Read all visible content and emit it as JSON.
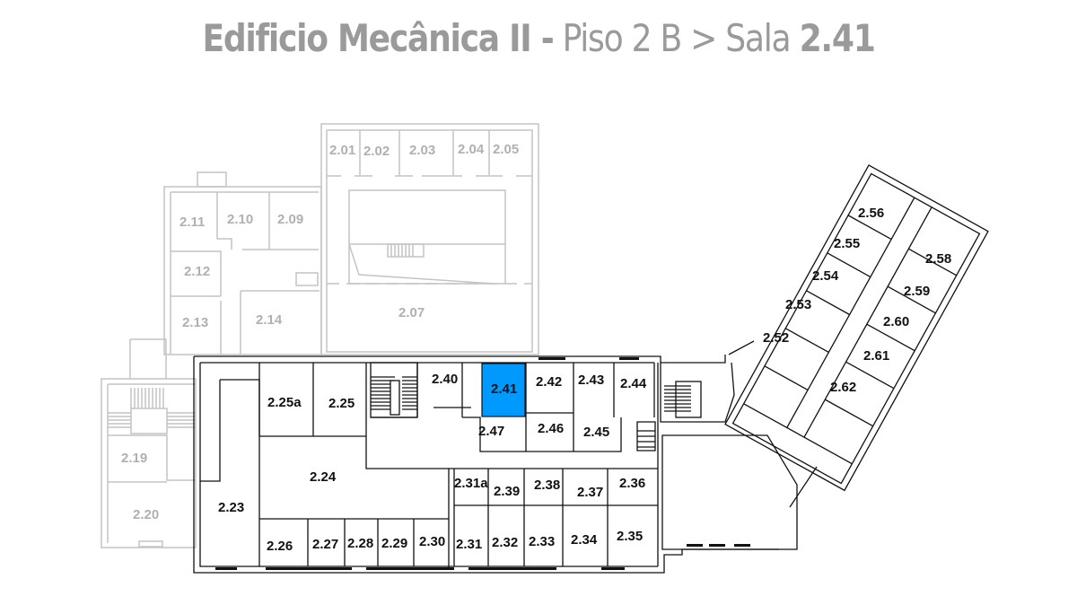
{
  "header": {
    "building": "Edificio Mecânica II -",
    "floor": "Piso 2 B > Sala",
    "room": "2.41"
  },
  "colors": {
    "selected_room": "#0099ff",
    "inactive_wing": "#c4c4c4",
    "active_wing": "#111111",
    "title": "#9a9a9a"
  },
  "selected_room": "2.41",
  "inactive_rooms": {
    "r201": "2.01",
    "r202": "2.02",
    "r203": "2.03",
    "r204": "2.04",
    "r205": "2.05",
    "r207": "2.07",
    "r209": "2.09",
    "r210": "2.10",
    "r211": "2.11",
    "r212": "2.12",
    "r213": "2.13",
    "r214": "2.14",
    "r219": "2.19",
    "r220": "2.20"
  },
  "active_rooms": {
    "r223": "2.23",
    "r224": "2.24",
    "r225": "2.25",
    "r225a": "2.25a",
    "r226": "2.26",
    "r227": "2.27",
    "r228": "2.28",
    "r229": "2.29",
    "r230": "2.30",
    "r231": "2.31",
    "r231a": "2.31a",
    "r232": "2.32",
    "r233": "2.33",
    "r234": "2.34",
    "r235": "2.35",
    "r236": "2.36",
    "r237": "2.37",
    "r238": "2.38",
    "r239": "2.39",
    "r240": "2.40",
    "r241": "2.41",
    "r242": "2.42",
    "r243": "2.43",
    "r244": "2.44",
    "r245": "2.45",
    "r246": "2.46",
    "r247": "2.47",
    "r252": "2.52",
    "r253": "2.53",
    "r254": "2.54",
    "r255": "2.55",
    "r256": "2.56",
    "r258": "2.58",
    "r259": "2.59",
    "r260": "2.60",
    "r261": "2.61",
    "r262": "2.62"
  }
}
